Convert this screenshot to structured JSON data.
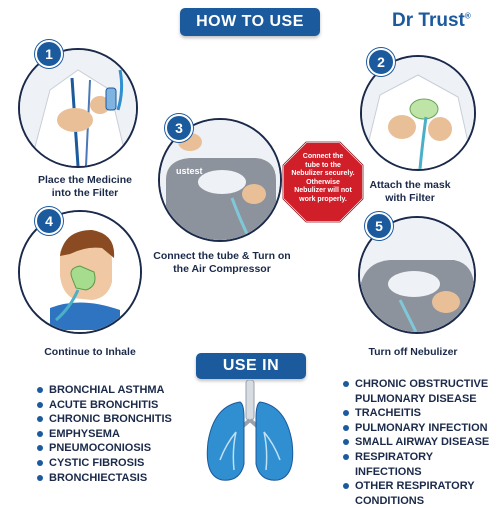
{
  "header": {
    "banner": "HOW TO USE",
    "brand": "Dr Trust",
    "trademark": "®"
  },
  "steps": [
    {
      "number": "1",
      "caption_line1": "Place the Medicine",
      "caption_line2": "into the Filter"
    },
    {
      "number": "2",
      "caption_line1": "Attach the mask",
      "caption_line2": "with Filter"
    },
    {
      "number": "3",
      "caption_line1": "Connect the tube & Turn on",
      "caption_line2": "the Air Compressor",
      "device_label": "ustest"
    },
    {
      "number": "4",
      "caption_line1": "Continue to Inhale",
      "caption_line2": ""
    },
    {
      "number": "5",
      "caption_line1": "Turn off Nebulizer",
      "caption_line2": ""
    }
  ],
  "warning": [
    "Connect the",
    "tube to the",
    "Nebulizer securely.",
    "Otherwise",
    "Nebulizer will not",
    "work properly."
  ],
  "use_in": {
    "banner": "USE IN",
    "left_items": [
      "BRONCHIAL ASTHMA",
      "ACUTE BRONCHITIS",
      "CHRONIC BRONCHITIS",
      "EMPHYSEMA",
      "PNEUMOCONIOSIS",
      "CYSTIC FIBROSIS",
      "BRONCHIECTASIS"
    ],
    "right_items": [
      "CHRONIC OBSTRUCTIVE PULMONARY DISEASE",
      "TRACHEITIS",
      "PULMONARY INFECTION",
      "SMALL AIRWAY DISEASE",
      "RESPIRATORY INFECTIONS",
      "OTHER RESPIRATORY CONDITIONS"
    ]
  },
  "colors": {
    "brand_blue": "#1c5a9e",
    "stop_red": "#d11f2a",
    "lung_blue": "#2f8fd0",
    "text": "#1b2a4a"
  }
}
